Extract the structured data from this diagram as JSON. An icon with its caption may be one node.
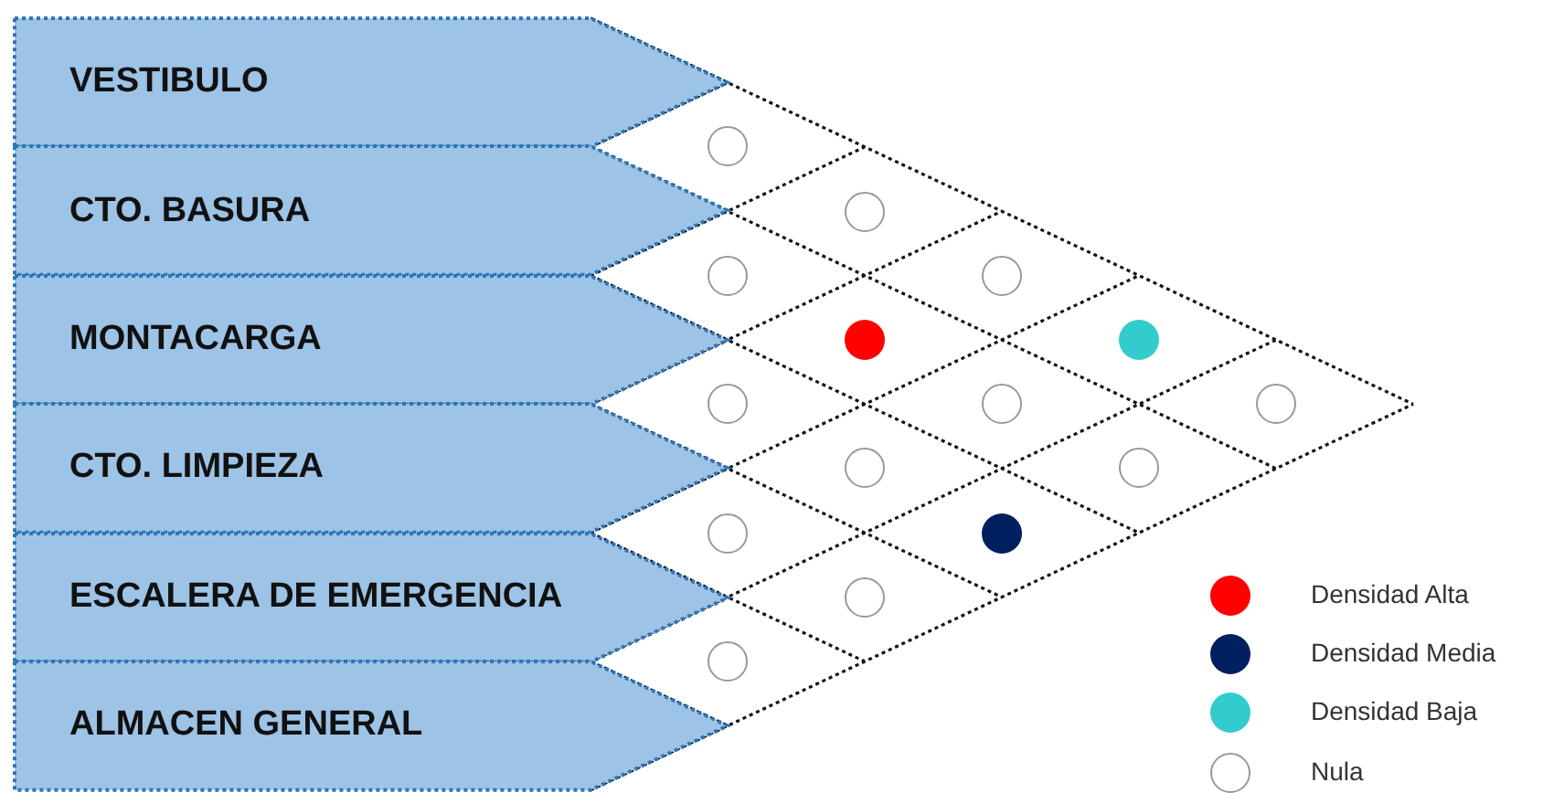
{
  "diagram": {
    "nodes": [
      {
        "text": [
          "VESTIBULO"
        ]
      },
      {
        "text": [
          "CTO. BASURA"
        ]
      },
      {
        "text": [
          "MONTACARGA"
        ]
      },
      {
        "text": [
          "CTO. LIMPIEZA"
        ]
      },
      {
        "text": [
          "ESCALERA DE EMERGENCIA"
        ]
      },
      {
        "text": [
          "ALMACEN GENERAL"
        ]
      },
      {
        "text": [],
        "shape": "circle"
      },
      {
        "text": [],
        "shape": "circle"
      },
      {
        "text": [],
        "shape": "circle"
      },
      {
        "text": [],
        "shape": "circle"
      },
      {
        "text": [],
        "shape": "circle"
      },
      {
        "text": [],
        "shape": "circle"
      },
      {
        "text": [],
        "shape": "circle"
      },
      {
        "text": [],
        "shape": "circle"
      },
      {
        "text": [],
        "shape": "circle"
      },
      {
        "text": [],
        "shape": "circle"
      },
      {
        "text": [],
        "shape": "circle"
      },
      {
        "text": [],
        "shape": "circle"
      },
      {
        "text": [],
        "shape": "circle"
      },
      {
        "text": [],
        "shape": "circle"
      },
      {
        "text": [],
        "shape": "circle"
      }
    ],
    "legend": [
      {
        "text": "Densidad Alta",
        "color": "#ff0000"
      },
      {
        "text": "Densidad Media",
        "color": "#002060"
      },
      {
        "text": "Densidad Baja",
        "color": "#33cccc"
      },
      {
        "text": "Nula"
      }
    ]
  }
}
